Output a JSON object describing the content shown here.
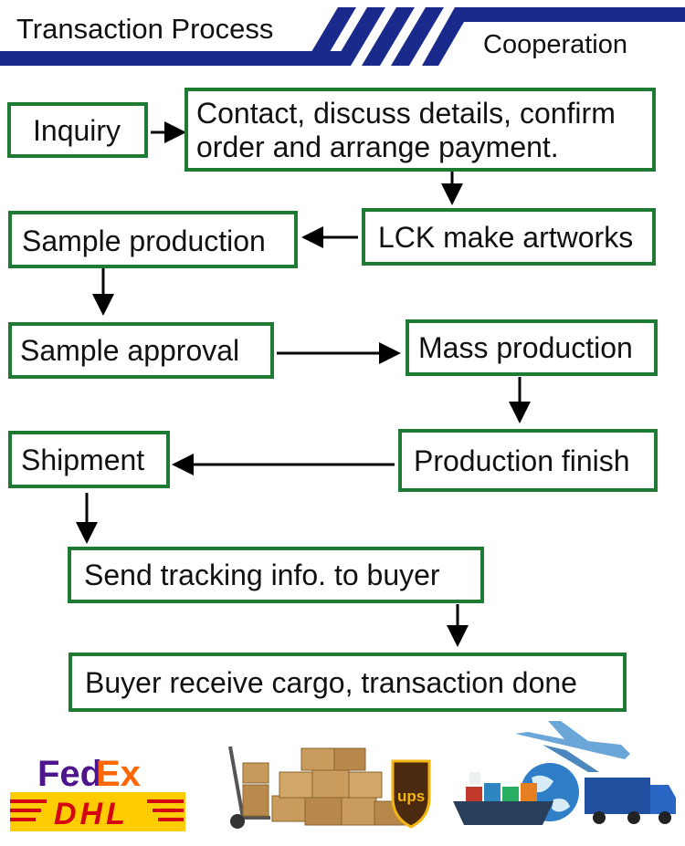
{
  "header": {
    "title": "Transaction Process",
    "subtitle": "Cooperation"
  },
  "steps": {
    "inquiry": "Inquiry",
    "contact_line1": "Contact, discuss details, confirm",
    "contact_line2": "order and arrange payment.",
    "artworks": "LCK make artworks",
    "sample_production": "Sample production",
    "sample_approval": "Sample approval",
    "mass_production": "Mass production",
    "production_finish": "Production finish",
    "shipment": "Shipment",
    "send_tracking": "Send tracking info. to buyer",
    "buyer_receive": "Buyer receive cargo, transaction done"
  },
  "logos": {
    "fedex_fed": "Fed",
    "fedex_ex": "Ex",
    "dhl": "DHL",
    "ups": "ups"
  },
  "colors": {
    "navy": "#1a2a8c",
    "box_border": "#1f7a34",
    "fedex_purple": "#4d148c",
    "fedex_orange": "#ff6600",
    "dhl_yellow": "#ffcc00",
    "dhl_red": "#d40511",
    "ups_brown": "#4b2a10",
    "ups_gold": "#f4b50e"
  }
}
